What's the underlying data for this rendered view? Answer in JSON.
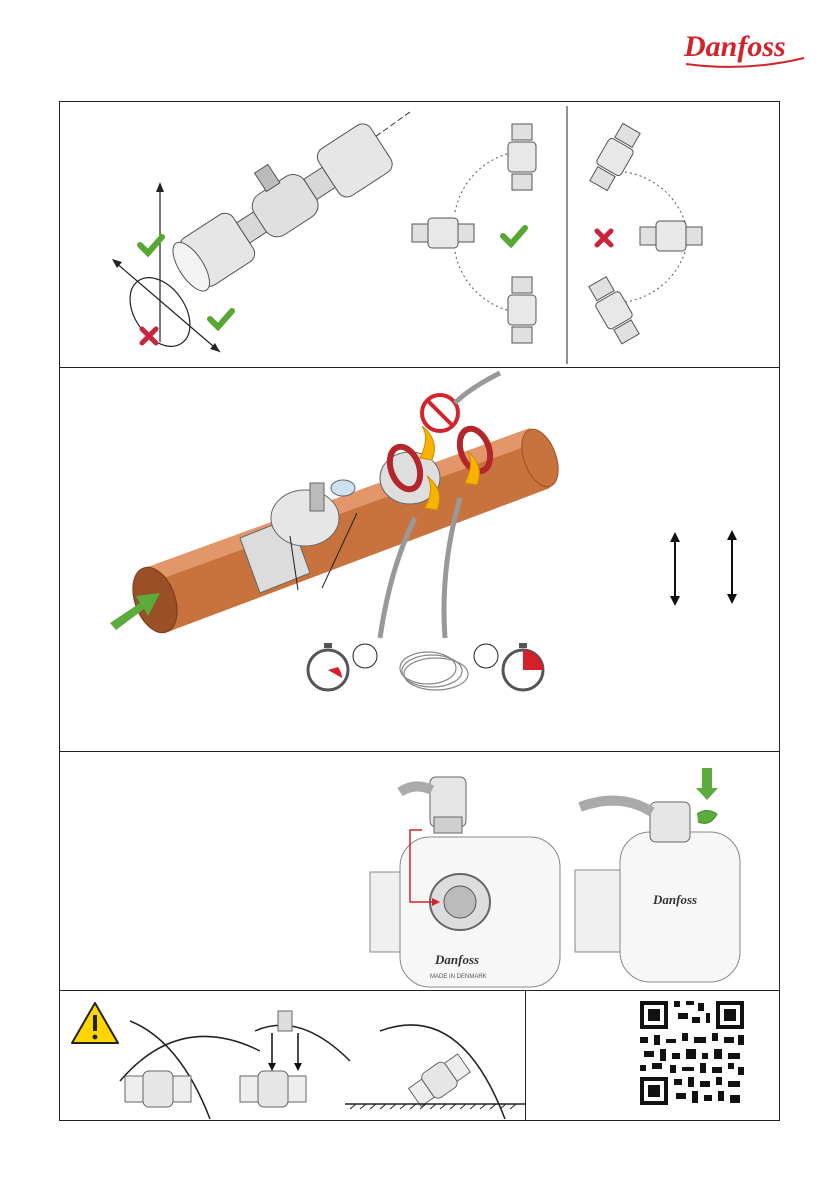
{
  "header": {
    "brand": "Danfoss"
  },
  "colors": {
    "brand_red": "#d2242b",
    "check_green": "#56a832",
    "cross_red": "#c8253a",
    "copper": "#c8733e",
    "steel": "#cfcfcf",
    "flow_arrow": "#5bab3d",
    "timer_red": "#d4202a"
  },
  "icons": {
    "ok": "check-icon",
    "not_ok": "cross-icon",
    "no_flame": "prohibition-icon",
    "warning": "warning-triangle-icon",
    "timer": "stopwatch-icon",
    "push": "down-arrow-icon",
    "rotate": "rotate-arrow-icon"
  },
  "section3": {
    "body_brand": "Danfoss",
    "made_in": "MADE IN DENMARK"
  }
}
